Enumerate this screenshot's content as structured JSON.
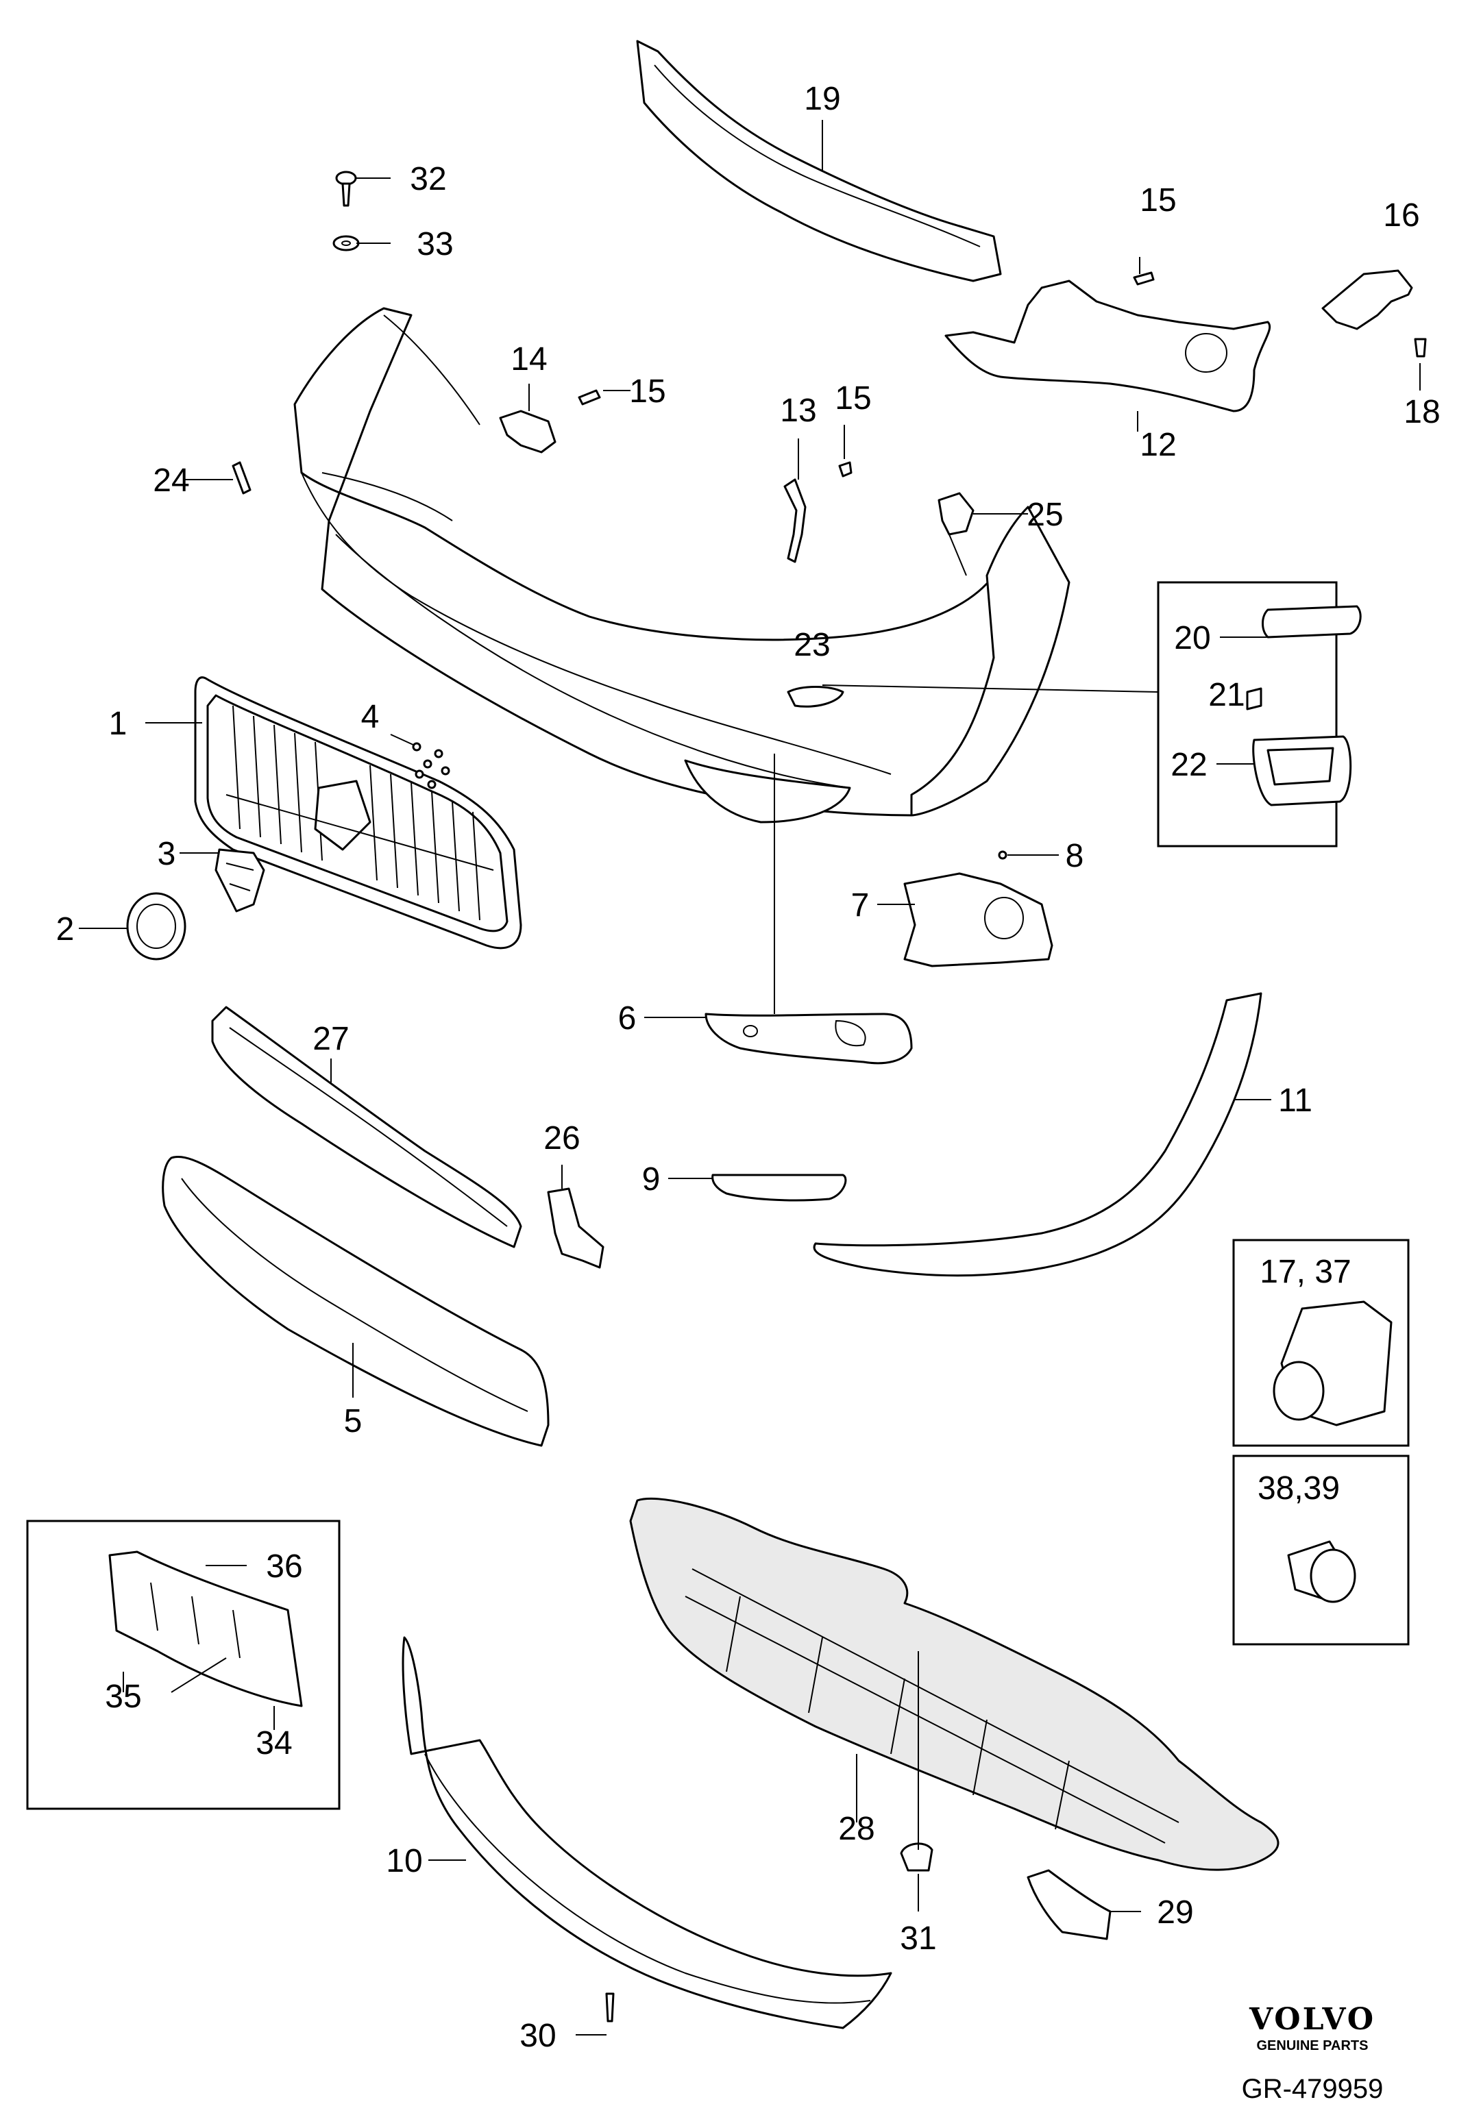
{
  "diagram": {
    "callouts": [
      "1",
      "2",
      "3",
      "4",
      "5",
      "6",
      "7",
      "8",
      "9",
      "10",
      "11",
      "12",
      "13",
      "14",
      "15",
      "15",
      "15",
      "16",
      "17, 37",
      "18",
      "19",
      "20",
      "21",
      "22",
      "23",
      "24",
      "25",
      "26",
      "27",
      "28",
      "29",
      "30",
      "31",
      "32",
      "33",
      "34",
      "35",
      "36",
      "38,39"
    ]
  },
  "footer": {
    "brand": "VOLVO",
    "brand_sub": "GENUINE PARTS",
    "reference": "GR-479959"
  }
}
